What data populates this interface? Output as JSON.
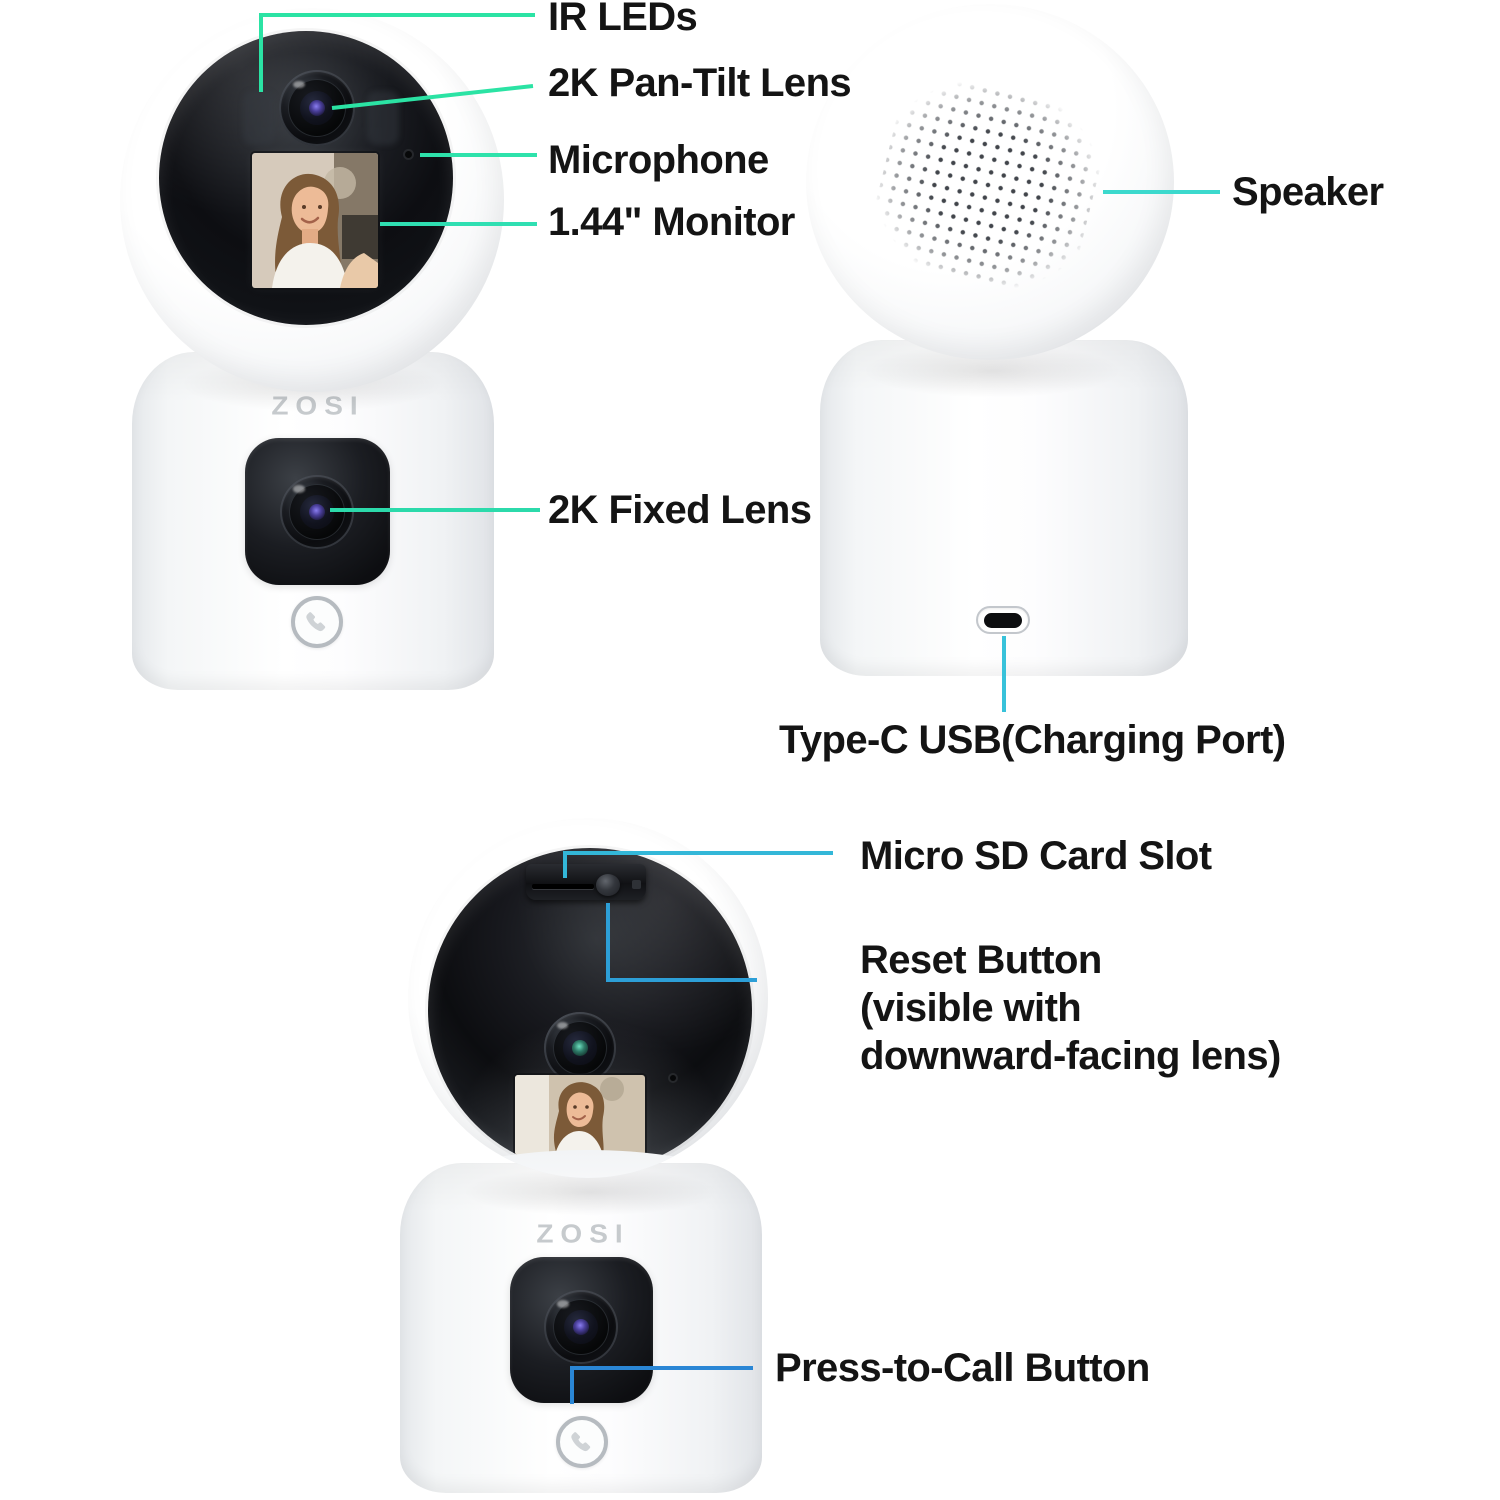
{
  "brand": {
    "logo_text": "ZOSI"
  },
  "colors": {
    "label_text": "#141414",
    "logo_gray": "#c6cacd"
  },
  "annotations": {
    "front": [
      {
        "label": "IR LEDs",
        "color": "#2be3a4"
      },
      {
        "label": "2K Pan-Tilt Lens",
        "color": "#2be3a4"
      },
      {
        "label": "Microphone",
        "color": "#2ee2ab"
      },
      {
        "label": "1.44\" Monitor",
        "color": "#2fdfb2"
      },
      {
        "label": "2K Fixed Lens",
        "color": "#2cdaab"
      }
    ],
    "back": [
      {
        "label": "Speaker",
        "color": "#3cd9cd"
      },
      {
        "label": "Type-C USB(Charging Port)",
        "color": "#38c2da"
      }
    ],
    "tilted": [
      {
        "label": "Micro SD Card Slot",
        "color": "#33b7d8"
      },
      {
        "lines": [
          "Reset Button",
          "(visible with",
          "downward-facing lens)"
        ],
        "color": "#2d9fd7"
      },
      {
        "label": "Press-to-Call Button",
        "color": "#2a86d5"
      }
    ]
  }
}
